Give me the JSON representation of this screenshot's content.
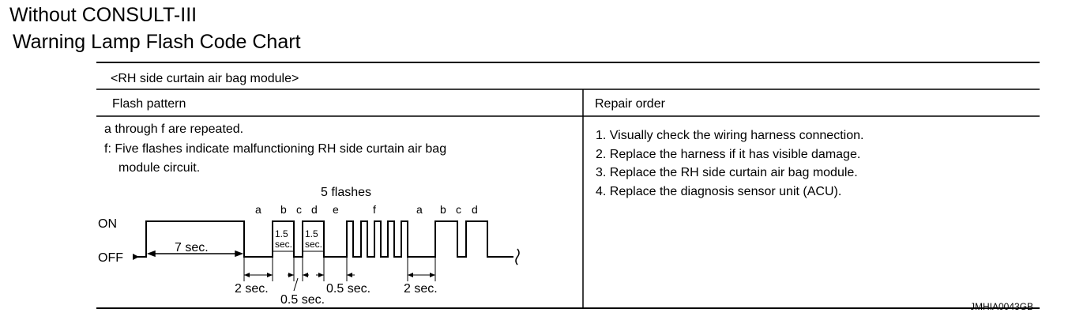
{
  "header": {
    "title_line1": "Without CONSULT-III",
    "title_line2": "Warning Lamp Flash Code Chart"
  },
  "table": {
    "caption": "<RH side curtain air bag module>",
    "col_flash_pattern": "Flash pattern",
    "col_repair_order": "Repair order",
    "flash_notes": [
      "a through f are repeated.",
      "f: Five flashes indicate malfunctioning RH side curtain air bag",
      "module circuit."
    ],
    "repair_steps": [
      "1. Visually check the wiring harness connection.",
      "2. Replace the harness if it has visible damage.",
      "3. Replace the RH side curtain air bag module.",
      "4. Replace the diagnosis sensor unit (ACU)."
    ]
  },
  "diagram": {
    "label_on": "ON",
    "label_off": "OFF",
    "flash_count_label": "5 flashes",
    "segment_letters": [
      "a",
      "b",
      "c",
      "d",
      "e",
      "f",
      "a",
      "b",
      "c",
      "d"
    ],
    "duration_7": "7 sec.",
    "duration_15_value": "1.5",
    "duration_15_unit": "sec.",
    "duration_2": "2 sec.",
    "duration_05": "0.5 sec."
  },
  "figure_code": "JMHIA0043GB"
}
